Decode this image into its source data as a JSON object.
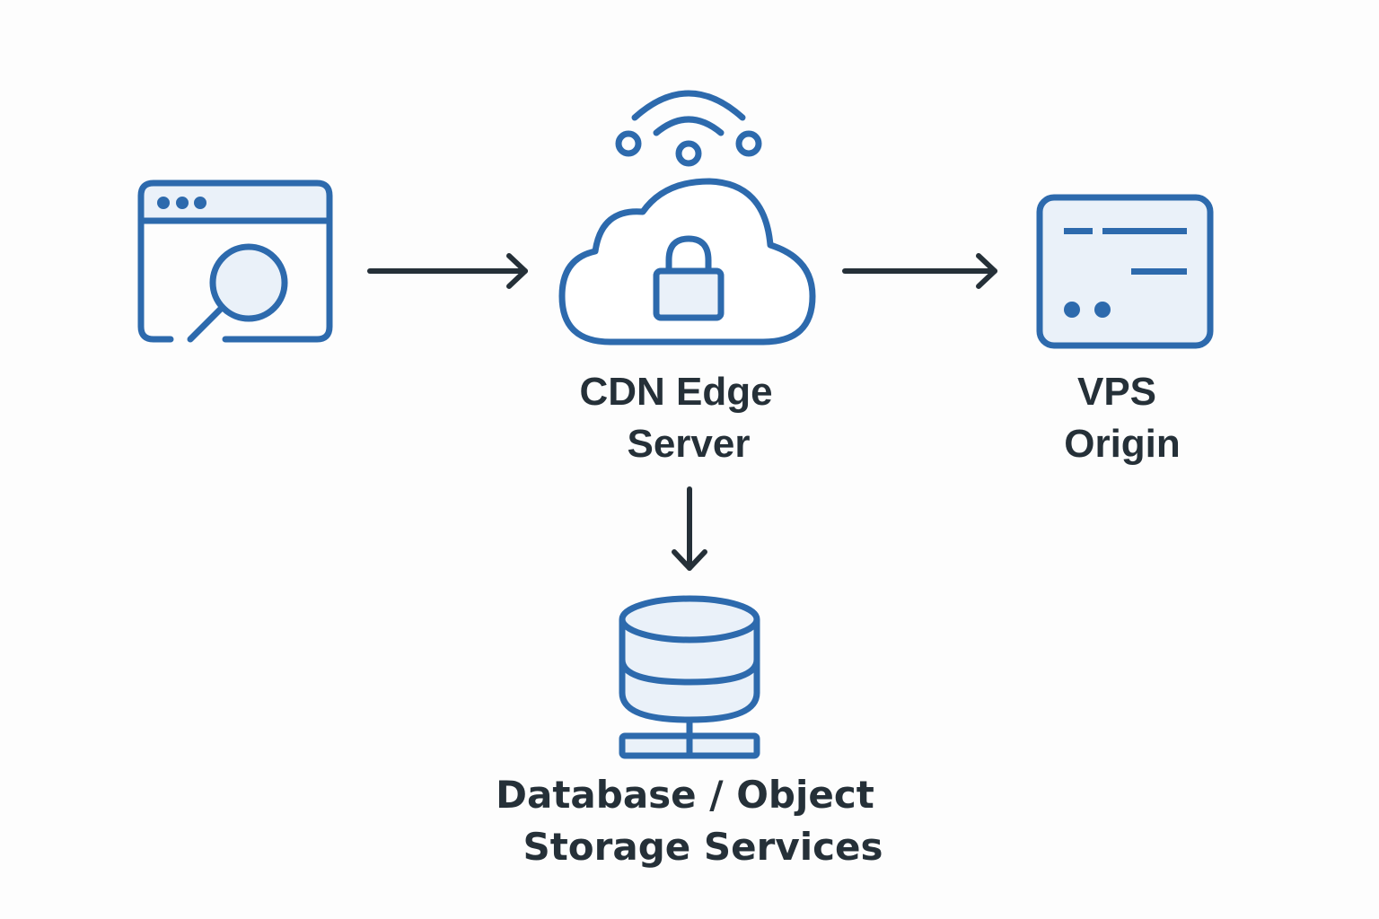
{
  "title": "CDN architecture diagram",
  "colors": {
    "icon_stroke": "#2d6aad",
    "icon_fill": "#eaf1f9",
    "arrow": "#253038",
    "text": "#253038"
  },
  "nodes": [
    {
      "id": "client",
      "icon": "browser-search-icon",
      "label_lines": []
    },
    {
      "id": "cdn",
      "icon": "cloud-lock-icon",
      "label_lines": [
        "CDN Edge",
        "Server"
      ]
    },
    {
      "id": "origin",
      "icon": "server-panel-icon",
      "label_lines": [
        "VPS",
        "Origin"
      ]
    },
    {
      "id": "storage",
      "icon": "database-icon",
      "label_lines": [
        "Database / Object",
        "Storage Services"
      ]
    }
  ],
  "edges": [
    {
      "from": "client",
      "to": "cdn",
      "direction": "right"
    },
    {
      "from": "cdn",
      "to": "origin",
      "direction": "right"
    },
    {
      "from": "cdn",
      "to": "storage",
      "direction": "down"
    }
  ]
}
